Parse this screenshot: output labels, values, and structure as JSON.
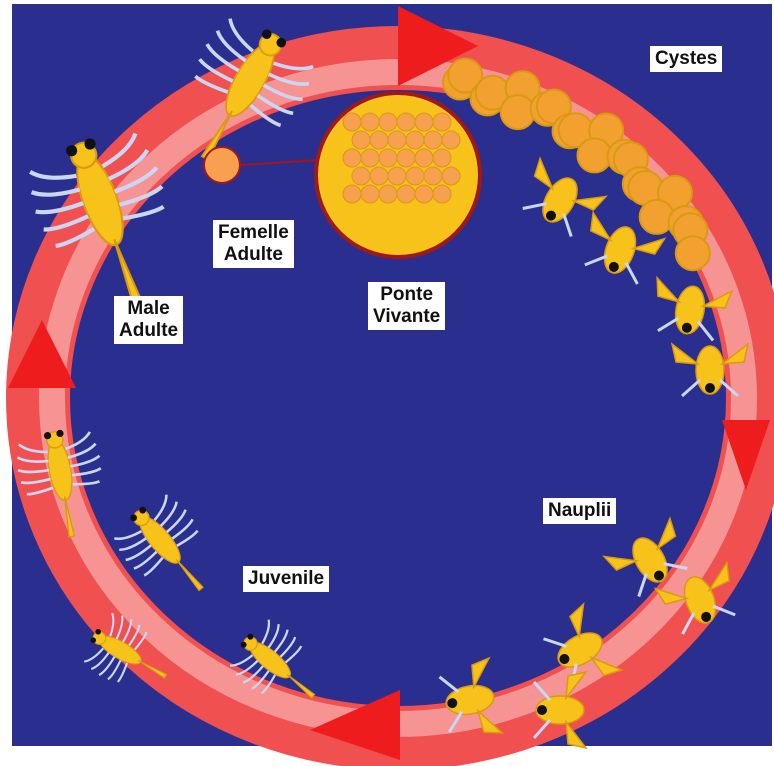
{
  "colors": {
    "background": "#2a2f8f",
    "ring_outer": "#f05050",
    "ring_inner": "#f7a0a0",
    "arrow": "#ee1c1c",
    "creature": "#f7c21a",
    "creature_dark": "#d99a10",
    "leg": "#c9d7f5",
    "cyst": "#f2a030",
    "egg": "#f7a050",
    "zoom_ring": "#a01818",
    "label_bg": "#ffffff"
  },
  "labels": {
    "cystes": "Cystes",
    "femelle_line1": "Femelle",
    "femelle_line2": "Adulte",
    "male_line1": "Male",
    "male_line2": "Adulte",
    "ponte_line1": "Ponte",
    "ponte_line2": "Vivante",
    "nauplii": "Nauplii",
    "juvenile": "Juvenile"
  },
  "icons": {
    "cysts": "cyst-cluster-icon",
    "nauplius": "nauplius-larva-icon",
    "juvenile": "juvenile-shrimp-icon",
    "adult": "adult-brine-shrimp-icon",
    "egg_sac": "egg-sac-magnifier-icon"
  }
}
